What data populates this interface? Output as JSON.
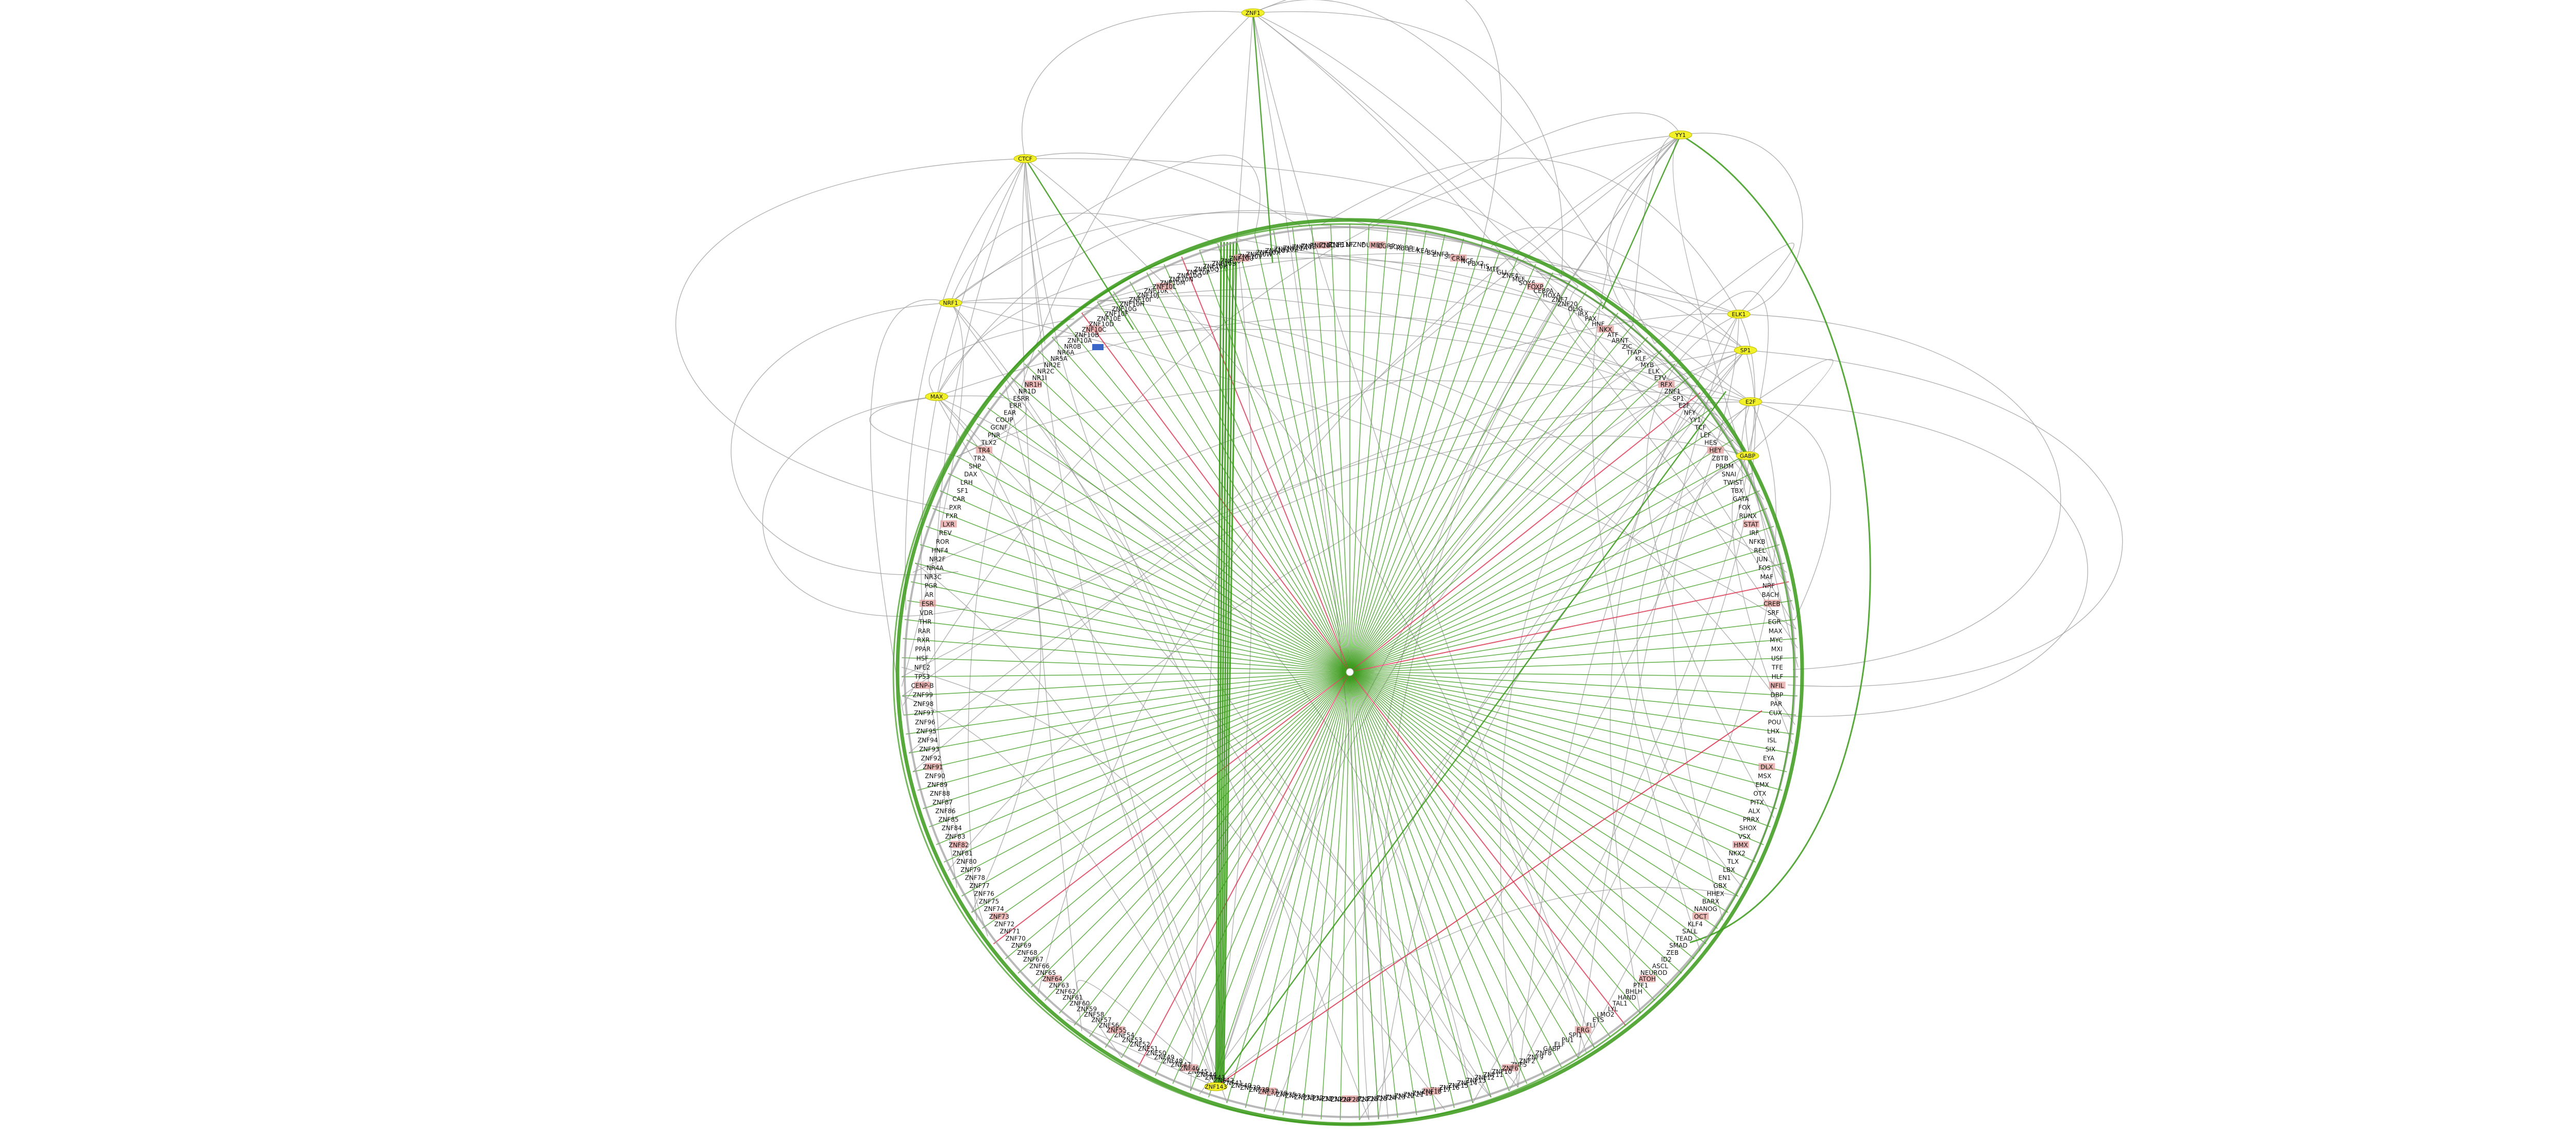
{
  "colors": {
    "background": "#ffffff",
    "edge_gray": "#9a9a9a",
    "edge_green": "#3a9a1a",
    "edge_red": "#d9304a",
    "hub_fill": "#f2f028",
    "highlight_red": "#e29a9a",
    "highlight_blue": "#3a66c8"
  },
  "labels": [
    "NF",
    "ZNF",
    "DUX",
    "MBF",
    "CGRP",
    "SOX",
    "RBBP",
    "LEA",
    "KEA",
    "BSI",
    "ZNF3",
    "SIG",
    "CRN",
    "NCF",
    "PBX2",
    "TIS",
    "MTF",
    "GLI",
    "ZNF4",
    "MEF",
    "SOX6",
    "FOXP",
    "CEBPA",
    "HOXA",
    "ZNF7",
    "ZNF20",
    "OLIG",
    "IRX",
    "PAX",
    "HNF",
    "NKX",
    "ATF",
    "ARNT",
    "ZIC",
    "TFAP",
    "KLF",
    "MYB",
    "ELK",
    "ETV",
    "RFX",
    "ZNF1",
    "SP1",
    "E2F",
    "NFY",
    "YY1",
    "TCF",
    "LEF",
    "HES",
    "HEY",
    "ZBTB",
    "PRDM",
    "SNAI",
    "TWIST",
    "TBX",
    "GATA",
    "FOX",
    "RUNX",
    "STAT",
    "IRF",
    "NFKB",
    "REL",
    "JUN",
    "FOS",
    "MAF",
    "NRF",
    "BACH",
    "CREB",
    "SRF",
    "EGR",
    "MAX",
    "MYC",
    "MXI",
    "USF",
    "TFE",
    "HLF",
    "NFIL",
    "DBP",
    "PAR",
    "CUX",
    "POU",
    "LHX",
    "ISL",
    "SIX",
    "EYA",
    "DLX",
    "MSX",
    "EMX",
    "OTX",
    "PITX",
    "ALX",
    "PRRX",
    "SHOX",
    "VSX",
    "HMX",
    "NKX2",
    "TLX",
    "LBX",
    "EN1",
    "GBX",
    "HHEX",
    "BARX",
    "NANOG",
    "OCT",
    "KLF4",
    "SALL",
    "TEAD",
    "SMAD",
    "ZEB",
    "ID2",
    "ASCL",
    "NEUROD",
    "ATOH",
    "PTF1",
    "BHLH",
    "HAND",
    "TAL1",
    "LYL",
    "LMO2",
    "ETS",
    "FLI",
    "ERG",
    "SPI1",
    "PU1",
    "ELF",
    "GABP",
    "ZNF8",
    "ZNF9",
    "ZNF2",
    "ZNF5",
    "ZNF6",
    "ZNF10",
    "ZNF11",
    "ZNF12",
    "ZNF13",
    "ZNF14",
    "ZNF15",
    "ZNF16",
    "ZNF17",
    "ZNF18",
    "ZNF19",
    "ZNF21",
    "ZNF22",
    "ZNF23",
    "ZNF24",
    "ZNF25",
    "ZNF26",
    "ZNF27",
    "ZNF28",
    "ZNF29",
    "ZNF30",
    "ZNF31",
    "ZNF32",
    "ZNF33",
    "ZNF34",
    "ZNF35",
    "ZNF36",
    "ZNF37",
    "ZNF38",
    "ZNF39",
    "ZNF40",
    "ZNF41",
    "ZNF42",
    "ZNF43",
    "ZNF44",
    "ZNF45",
    "ZNF46",
    "ZNF47",
    "ZNF48",
    "ZNF49",
    "ZNF50",
    "ZNF51",
    "ZNF52",
    "ZNF53",
    "ZNF54",
    "ZNF55",
    "ZNF56",
    "ZNF57",
    "ZNF58",
    "ZNF59",
    "ZNF60",
    "ZNF61",
    "ZNF62",
    "ZNF63",
    "ZNF64",
    "ZNF65",
    "ZNF66",
    "ZNF67",
    "ZNF68",
    "ZNF69",
    "ZNF70",
    "ZNF71",
    "ZNF72",
    "ZNF73",
    "ZNF74",
    "ZNF75",
    "ZNF76",
    "ZNF77",
    "ZNF78",
    "ZNF79",
    "ZNF80",
    "ZNF81",
    "ZNF82",
    "ZNF83",
    "ZNF84",
    "ZNF85",
    "ZNF86",
    "ZNF87",
    "ZNF88",
    "ZNF89",
    "ZNF90",
    "ZNF91",
    "ZNF92",
    "ZNF93",
    "ZNF94",
    "ZNF95",
    "ZNF96",
    "ZNF97",
    "ZNF98",
    "ZNF99",
    "CENP-B",
    "TP53",
    "NFE2",
    "HSF",
    "PPAR",
    "RXR",
    "RAR",
    "THR",
    "VDR",
    "ESR",
    "AR",
    "PGR",
    "NR3C",
    "NR4A",
    "NR2F",
    "HNF4",
    "ROR",
    "REV",
    "LXR",
    "FXR",
    "PXR",
    "CAR",
    "SF1",
    "LRH",
    "DAX",
    "SHP",
    "TR2",
    "TR4",
    "TLX2",
    "PNR",
    "GCNF",
    "COUP",
    "EAR",
    "ERR",
    "ESRR",
    "NR1D",
    "NR1H",
    "NR1I",
    "NR2C",
    "NR2E",
    "NR5A",
    "NR6A",
    "NR0B",
    "ZNF10A",
    "ZNF10B",
    "ZNF10C",
    "ZNF10D",
    "ZNF10E",
    "ZNF10F",
    "ZNF10G",
    "ZNF10H",
    "ZNF10I",
    "ZNF10J",
    "ZNF10K",
    "ZNF10L",
    "ZNF10M",
    "ZNF10N",
    "ZNF10O",
    "ZNF10P",
    "ZNF10Q",
    "ZNF10R",
    "ZNF10S",
    "ZNF10T",
    "ZNF10U",
    "ZNF10V",
    "ZNF10W",
    "ZNF10X",
    "ZNF10Y",
    "ZNF10Z",
    "ZNF11A",
    "ZNF11B",
    "ZNF11C",
    "ZNF11D",
    "ZNF11E",
    "ZNF11F"
  ],
  "diagram": {
    "center_title": "",
    "hubs": [
      {
        "id": "hub-top",
        "label": "ZNF1"
      },
      {
        "id": "hub-upper-left",
        "label": "CTCF"
      },
      {
        "id": "hub-left-1",
        "label": "NRF1"
      },
      {
        "id": "hub-left-2",
        "label": "MAX"
      },
      {
        "id": "hub-upper-right",
        "label": "YY1"
      },
      {
        "id": "hub-right-1",
        "label": "ELK1"
      },
      {
        "id": "hub-right-2",
        "label": "SP1"
      },
      {
        "id": "hub-right-3",
        "label": "E2F"
      },
      {
        "id": "hub-right-4",
        "label": "GABP"
      },
      {
        "id": "hub-bottom",
        "label": "ZNF143"
      }
    ]
  }
}
